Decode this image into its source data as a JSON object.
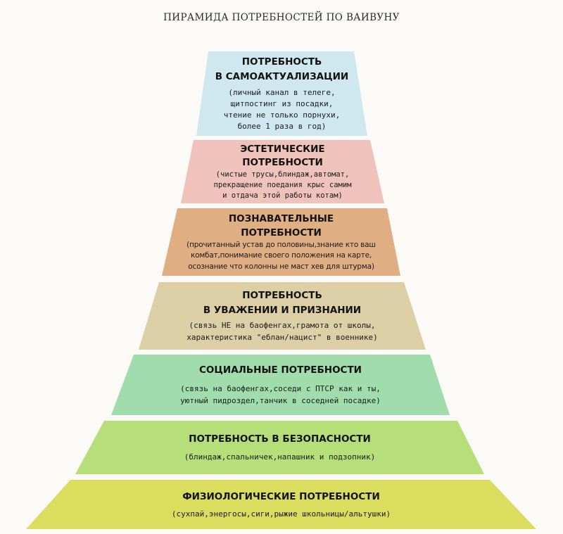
{
  "title": "ПИРАМИДА ПОТРЕБНОСТЕЙ ПО ВАИВУНУ",
  "colors": {
    "tier1": "#cfe8ef",
    "tier2": "#efc3bb",
    "tier3": "#dfaf83",
    "tier4": "#dccfa6",
    "tier5": "#a0dcac",
    "tier6": "#b6df7a",
    "tier7": "#dbdd5f"
  },
  "tiers": [
    {
      "heading": "ПОТРЕБНОСТЬ\nВ САМОАКТУАЛИЗАЦИИ",
      "description": "(личный канал в телеге,\nщитпостинг из посадки,\nчтение не только порнухи,\nболее 1 раза в год)"
    },
    {
      "heading": "ЭСТЕТИЧЕСКИЕ\nПОТРЕБНОСТИ",
      "description": "(чистые трусы,блиндаж,автомат,\nпрекращение поедания крыс самим\nи отдача этой работы котам)"
    },
    {
      "heading": "ПОЗНАВАТЕЛЬНЫЕ\nПОТРЕБНОСТИ",
      "description": "(прочитанный устав до половины,знание кто ваш\nкомбат,понимание своего положения на карте,\nосознание что колонны не маст хев для штурма)"
    },
    {
      "heading": "ПОТРЕБНОСТЬ\nВ УВАЖЕНИИ И ПРИЗНАНИИ",
      "description": "(связь НЕ на баофенгах,грамота от школы,\nхарактеристика \"еблан/нацист\" в военнике)"
    },
    {
      "heading": "СОЦИАЛЬНЫЕ ПОТРЕБНОСТИ",
      "description": "(связь на баофенгах,соседи с ПТСР как и ты,\nуютный пидроздел,танчик в соседней посадке)"
    },
    {
      "heading": "ПОТРЕБНОСТЬ В БЕЗОПАСНОСТИ",
      "description": "(блиндаж,спальничек,напашник и подзопник)"
    },
    {
      "heading": "ФИЗИОЛОГИЧЕСКИЕ ПОТРЕБНОСТИ",
      "description": "(сухпай,энергосы,сиги,рыжие школьницы/альтушки)"
    }
  ]
}
